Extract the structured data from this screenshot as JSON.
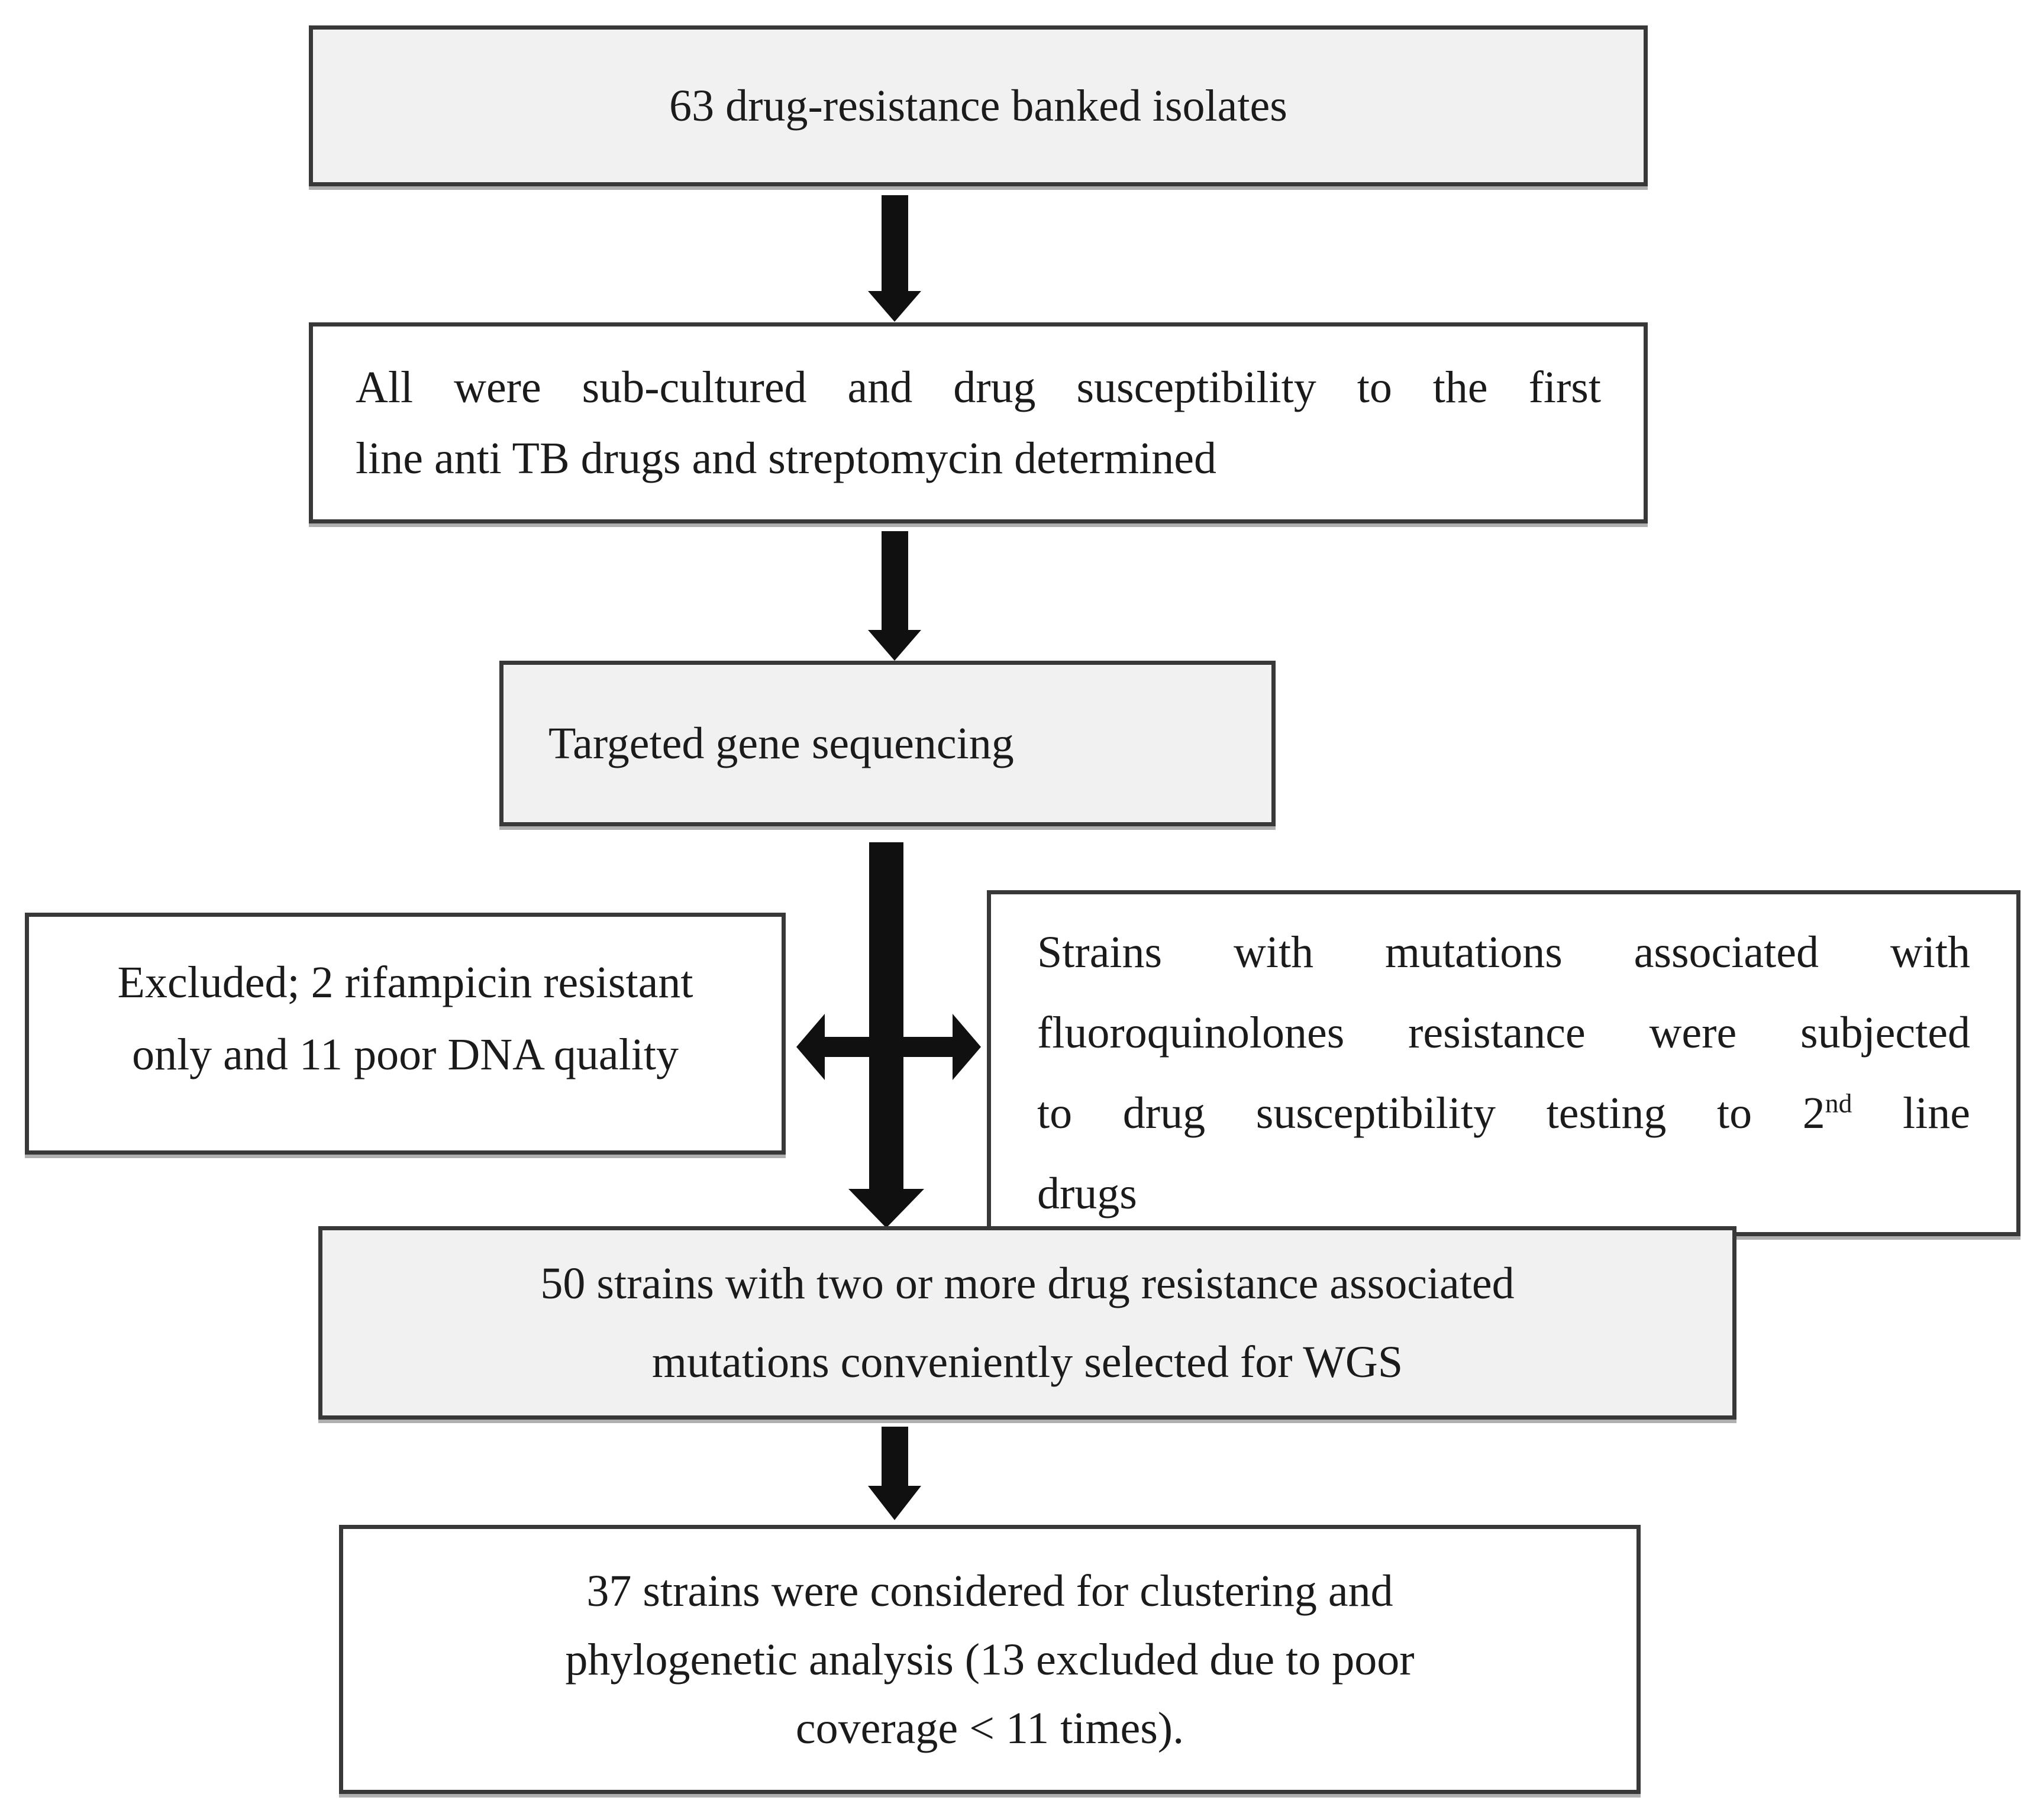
{
  "figure": {
    "type": "flowchart",
    "description": "Study flow diagram of drug-resistant TB isolates selection for sequencing",
    "colors": {
      "background": "#ffffff",
      "node_fill_gray": "#f1f1f1",
      "node_fill_white": "#ffffff",
      "node_border": "#383838",
      "arrow": "#101010",
      "text": "#1b1b1b"
    },
    "nodes": {
      "banked": {
        "text": "63 drug-resistance banked isolates"
      },
      "subculture": {
        "line1": "All were sub-cultured and drug susceptibility to the first",
        "line2": "line anti TB drugs and streptomycin determined"
      },
      "targeted": {
        "text": "Targeted gene sequencing"
      },
      "excluded": {
        "line1": "Excluded; 2 rifampicin resistant",
        "line2": "only and 11 poor DNA quality"
      },
      "secondline": {
        "line1": "Strains with mutations associated with",
        "line2": "fluoroquinolones resistance were subjected",
        "line3_pre": "to drug susceptibility testing to 2",
        "line3_sup": "nd",
        "line3_post": " line",
        "line4": "drugs"
      },
      "wgs": {
        "line1": "50 strains with two or more drug resistance associated",
        "line2": "mutations conveniently selected for WGS"
      },
      "final": {
        "line1": "37 strains were considered for clustering and",
        "line2": "phylogenetic analysis (13 excluded due to poor",
        "line3": "coverage < 11 times)."
      }
    }
  }
}
